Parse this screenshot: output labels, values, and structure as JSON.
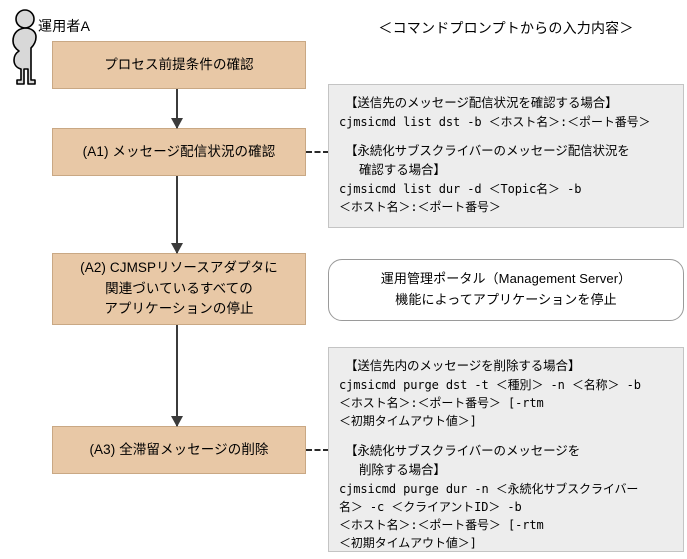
{
  "actor": {
    "icon": "person-standing-icon",
    "label": "運用者A"
  },
  "right_column": {
    "header": "＜コマンドプロンプトからの入力内容＞"
  },
  "flow": {
    "boxes": [
      {
        "id": "precheck",
        "text": "プロセス前提条件の確認"
      },
      {
        "id": "a1",
        "text": "(A1) メッセージ配信状況の確認"
      },
      {
        "id": "a2",
        "line1": "(A2) CJMSPリソースアダプタに",
        "line2": "関連づいているすべての",
        "line3": "アプリケーションの停止"
      },
      {
        "id": "a3",
        "text": "(A3) 全滞留メッセージの削除"
      }
    ]
  },
  "notes": {
    "a1": {
      "type": "command",
      "lines": [
        {
          "style": "heading",
          "text": "【送信先のメッセージ配信状況を確認する場合】"
        },
        {
          "style": "code",
          "text": "cjmsicmd list dst -b ＜ホスト名＞:＜ポート番号＞"
        },
        {
          "style": "gap",
          "text": ""
        },
        {
          "style": "heading",
          "text": "【永続化サブスクライバーのメッセージ配信状況を"
        },
        {
          "style": "heading-cont",
          "text": "確認する場合】"
        },
        {
          "style": "code",
          "text": "cjmsicmd list dur -d ＜Topic名＞ -b"
        },
        {
          "style": "code",
          "text": "＜ホスト名＞:＜ポート番号＞"
        }
      ]
    },
    "a2": {
      "type": "rounded",
      "lines": [
        "運用管理ポータル（Management Server）",
        "機能によってアプリケーションを停止"
      ]
    },
    "a3": {
      "type": "command",
      "lines": [
        {
          "style": "heading",
          "text": "【送信先内のメッセージを削除する場合】"
        },
        {
          "style": "code",
          "text": "cjmsicmd purge dst -t ＜種別＞ -n ＜名称＞ -b"
        },
        {
          "style": "code",
          "text": "＜ホスト名＞:＜ポート番号＞ [-rtm"
        },
        {
          "style": "code",
          "text": "＜初期タイムアウト値＞]"
        },
        {
          "style": "gap",
          "text": ""
        },
        {
          "style": "heading",
          "text": "【永続化サブスクライバーのメッセージを"
        },
        {
          "style": "heading-cont",
          "text": "削除する場合】"
        },
        {
          "style": "code",
          "text": "cjmsicmd purge dur -n ＜永続化サブスクライバー"
        },
        {
          "style": "code",
          "text": "名＞ -c ＜クライアントID＞ -b"
        },
        {
          "style": "code",
          "text": "＜ホスト名＞:＜ポート番号＞ [-rtm"
        },
        {
          "style": "code",
          "text": "＜初期タイムアウト値＞]"
        }
      ]
    }
  },
  "colors": {
    "process_fill": "#e8c8a6",
    "process_border": "#c9a884",
    "command_fill": "#ededed",
    "command_border": "#c4c4c4",
    "arrow": "#3b3b3b",
    "actor_fill": "#d8d8d8"
  }
}
